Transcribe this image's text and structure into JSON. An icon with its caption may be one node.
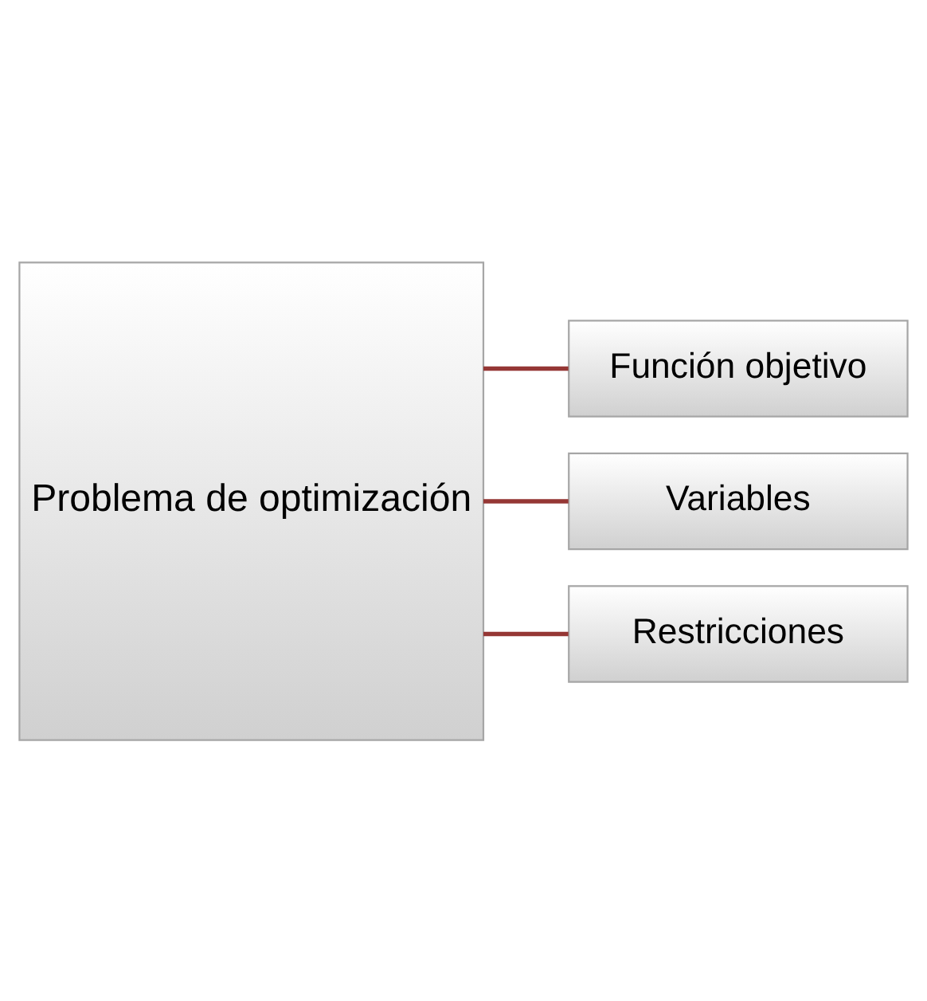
{
  "diagram": {
    "nodes": [
      {
        "text": [
          "Problema de optimización"
        ]
      },
      {
        "text": [
          "Función objetivo"
        ]
      },
      {
        "text": [
          "Variables"
        ]
      },
      {
        "text": [
          "Restricciones"
        ]
      }
    ],
    "edges": [
      {
        "from": 0,
        "to": 1,
        "arrow": "none"
      },
      {
        "from": 0,
        "to": 2,
        "arrow": "none"
      },
      {
        "from": 0,
        "to": 3,
        "arrow": "none"
      }
    ]
  }
}
